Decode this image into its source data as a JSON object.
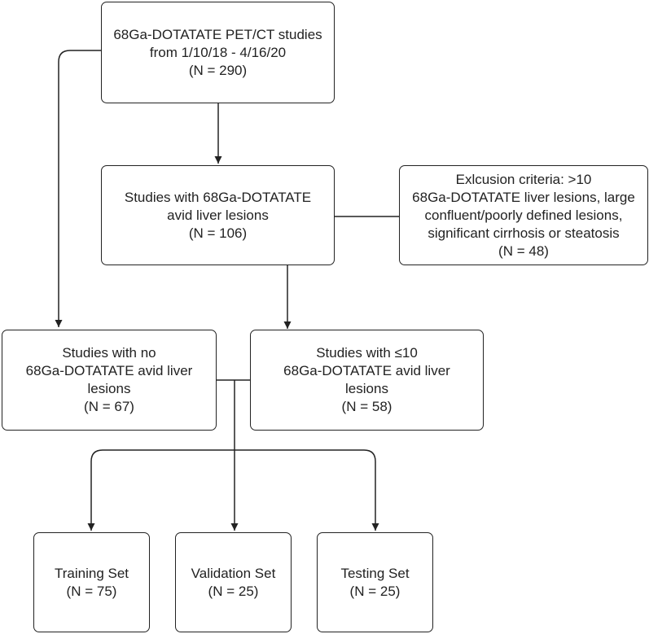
{
  "nodes": {
    "initial": {
      "lines": [
        "68Ga-DOTATATE PET/CT studies",
        "from 1/10/18 - 4/16/20",
        "(N = 290)"
      ]
    },
    "avid": {
      "lines": [
        "Studies with 68Ga-DOTATATE",
        "avid liver lesions",
        "(N = 106)"
      ]
    },
    "exclusion": {
      "lines": [
        "Exlcusion criteria: >10",
        "68Ga-DOTATATE liver lesions, large",
        "confluent/poorly defined lesions,",
        "significant cirrhosis or steatosis",
        "(N = 48)"
      ]
    },
    "no_avid": {
      "lines": [
        "Studies with no",
        "68Ga-DOTATATE avid liver",
        "lesions",
        "(N = 67)"
      ]
    },
    "le10": {
      "lines": [
        "Studies with ≤10",
        "68Ga-DOTATATE avid liver",
        "lesions",
        "(N = 58)"
      ]
    },
    "training": {
      "lines": [
        "Training Set",
        "(N = 75)"
      ]
    },
    "validation": {
      "lines": [
        "Validation Set",
        "(N = 25)"
      ]
    },
    "testing": {
      "lines": [
        "Testing Set",
        "(N = 25)"
      ]
    }
  },
  "colors": {
    "stroke": "#222222",
    "fill": "#ffffff",
    "text": "#222222"
  }
}
